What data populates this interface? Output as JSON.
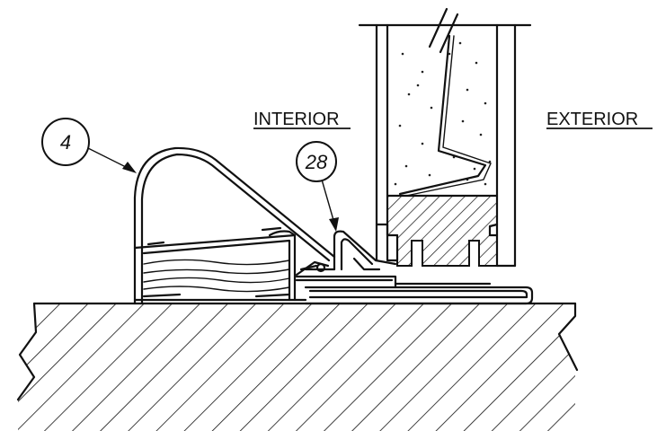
{
  "labels": {
    "interior": "INTERIOR",
    "exterior": "EXTERIOR"
  },
  "callouts": [
    {
      "id": "4",
      "text": "4"
    },
    {
      "id": "28",
      "text": "28"
    }
  ],
  "colors": {
    "ink": "#111111",
    "paper": "#ffffff"
  }
}
